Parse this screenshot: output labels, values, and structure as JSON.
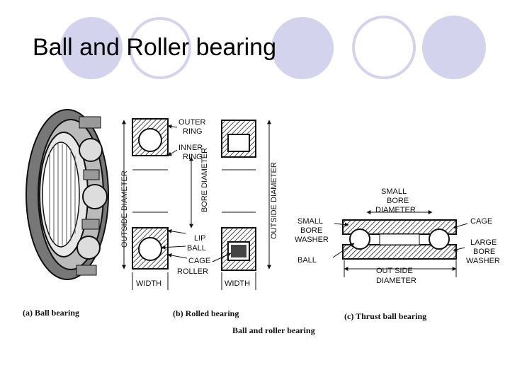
{
  "slide": {
    "title": "Ball and Roller bearing",
    "accent_color": "#d3d3ee"
  },
  "labels": {
    "outer_ring": [
      "OUTER",
      "RING"
    ],
    "inner_ring": [
      "INNER",
      "RING"
    ],
    "bore_diameter": "BORE DIAMETER",
    "lip": "LIP",
    "ball": "BALL",
    "cage": "CAGE",
    "roller": "ROLLER",
    "outside_diameter": "OUTSIDE DIAMETER",
    "width": "WIDTH",
    "small_bore_diameter": [
      "SMALL",
      "BORE",
      "DIAMETER"
    ],
    "small_bore_washer": [
      "SMALL",
      "BORE",
      "WASHER"
    ],
    "thrust_ball": "BALL",
    "thrust_cage": "CAGE",
    "large_bore_washer": [
      "LARGE",
      "BORE",
      "WASHER"
    ],
    "out_side_diameter": [
      "OUT SIDE",
      "DIAMETER"
    ]
  },
  "captions": {
    "ball_bearing": "(a) Ball bearing",
    "rolled_bearing": "(b) Rolled bearing",
    "thrust_ball_bearing": "(c) Thrust ball bearing",
    "figure": "Ball and roller bearing"
  }
}
